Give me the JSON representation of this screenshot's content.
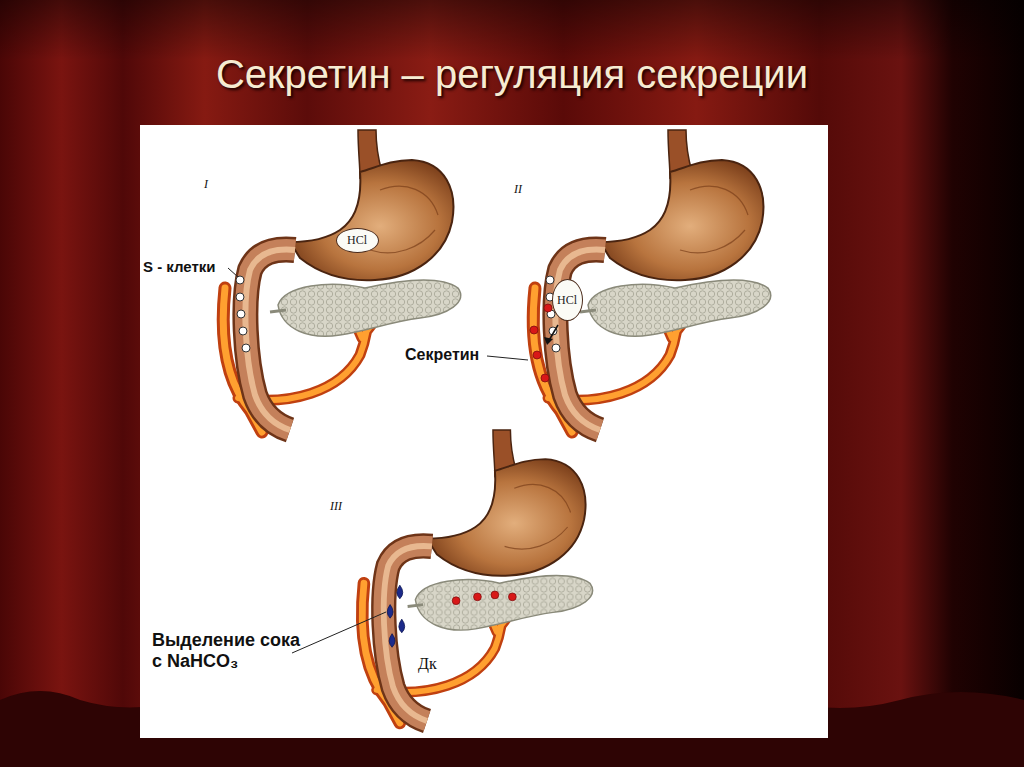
{
  "diagram": {
    "title": "Секретин – регуляция секреции",
    "nodes": [
      {
        "text": [
          "HCl"
        ]
      },
      {
        "text": [
          "HCl"
        ]
      }
    ],
    "labels": [
      "I",
      "II",
      "S - клетки",
      "Секретин",
      "III",
      "Выделение сока с NaHCO₃",
      "Дк"
    ]
  }
}
